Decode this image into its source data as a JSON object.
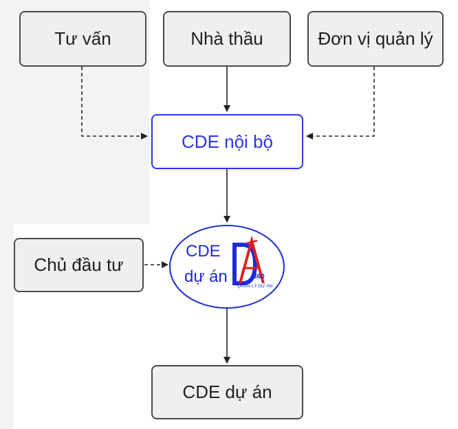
{
  "nodes": {
    "tu_van": "Tư vấn",
    "nha_thau": "Nhà thầu",
    "don_vi_quan_ly": "Đơn vị quản lý",
    "cde_noi_bo": "CDE nội bộ",
    "chu_dau_tu": "Chủ đầu tư",
    "cde_du_an": "CDE dự án"
  },
  "logo": {
    "line1": "CDE",
    "line2": "dự án",
    "badge_number": "360",
    "badge_caption": "QUẢN LÝ DỰ ÁN"
  },
  "colors": {
    "accent_blue": "#2b34e8",
    "logo_blue": "#1b2bd6",
    "logo_red": "#e02020",
    "box_border": "#4a4a4a",
    "box_fill": "#efefef"
  }
}
